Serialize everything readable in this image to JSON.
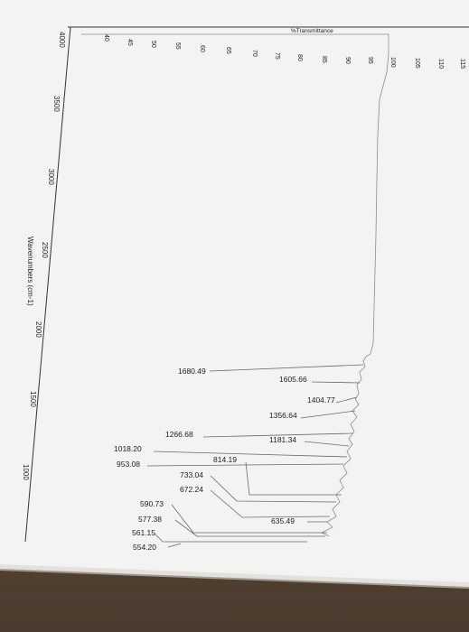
{
  "spectrum": {
    "y_axis_title": "%Transmittance",
    "y_ticks": [
      "40",
      "45",
      "50",
      "55",
      "60",
      "65",
      "70",
      "75",
      "80",
      "85",
      "90",
      "95",
      "100",
      "105",
      "110",
      "115"
    ],
    "x_axis_title": "Wavenumbers (cm-1)",
    "x_ticks": [
      "4000",
      "3500",
      "3000",
      "2500",
      "2000",
      "1500",
      "1000"
    ],
    "peaks": [
      {
        "label": "1680.49"
      },
      {
        "label": "1605.66"
      },
      {
        "label": "1404.77"
      },
      {
        "label": "1356.64"
      },
      {
        "label": "1266.68"
      },
      {
        "label": "1181.34"
      },
      {
        "label": "1018.20"
      },
      {
        "label": "953.08"
      },
      {
        "label": "814.19"
      },
      {
        "label": "733.04"
      },
      {
        "label": "672.24"
      },
      {
        "label": "635.49"
      },
      {
        "label": "590.73"
      },
      {
        "label": "577.38"
      },
      {
        "label": "561.15"
      },
      {
        "label": "554.20"
      }
    ]
  }
}
